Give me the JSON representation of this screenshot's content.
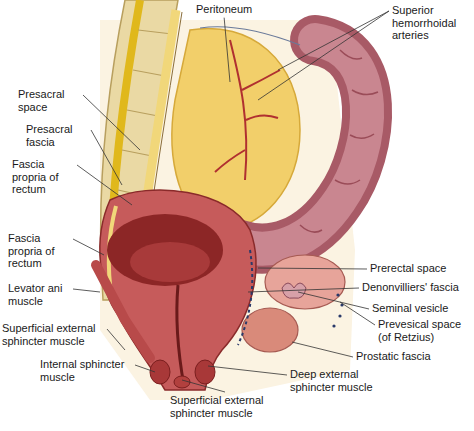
{
  "diagram": {
    "labels": [
      "Peritoneum",
      "Superior hemorrhoidal arteries",
      "Presacral space",
      "Presacral fascia",
      "Fascia propria of rectum",
      "Fascia propria of rectum",
      "Levator ani muscle",
      "Superficial external sphincter muscle",
      "Internal sphincter muscle",
      "Superficial external sphincter muscle",
      "Deep external sphincter muscle",
      "Prerectal space",
      "Denonvilliers' fascia",
      "Seminal vesicle",
      "Prevesical space (of Retzius)",
      "Prostatic fascia"
    ]
  }
}
